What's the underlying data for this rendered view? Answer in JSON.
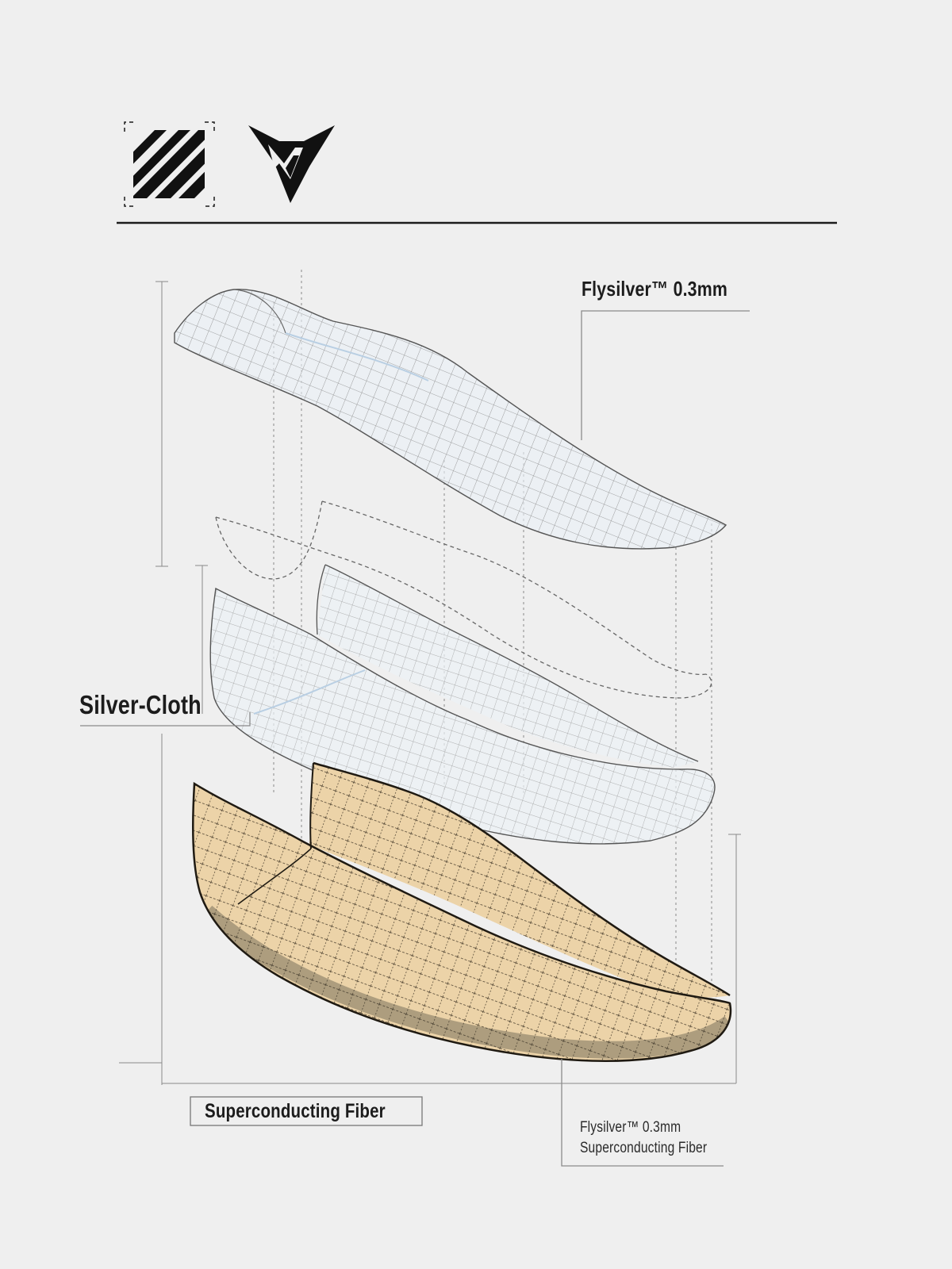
{
  "labels": {
    "top_layer": "Flysilver™ 0.3mm",
    "middle_layer": "Silver-Cloth",
    "bottom_layer": "Superconducting Fiber",
    "callout_line1": "Flysilver™ 0.3mm",
    "callout_line2": "Superconducting Fiber"
  },
  "logos": [
    "diagonal-stripes-logo",
    "v-wing-brand-logo"
  ],
  "colors": {
    "background": "#efefef",
    "line": "#1c1c1c",
    "mesh": "#7a7a7a",
    "mesh_tint": "#b9cfe3",
    "fiber_fill": "#ecd3a8",
    "fiber_mesh": "#2d2418"
  }
}
